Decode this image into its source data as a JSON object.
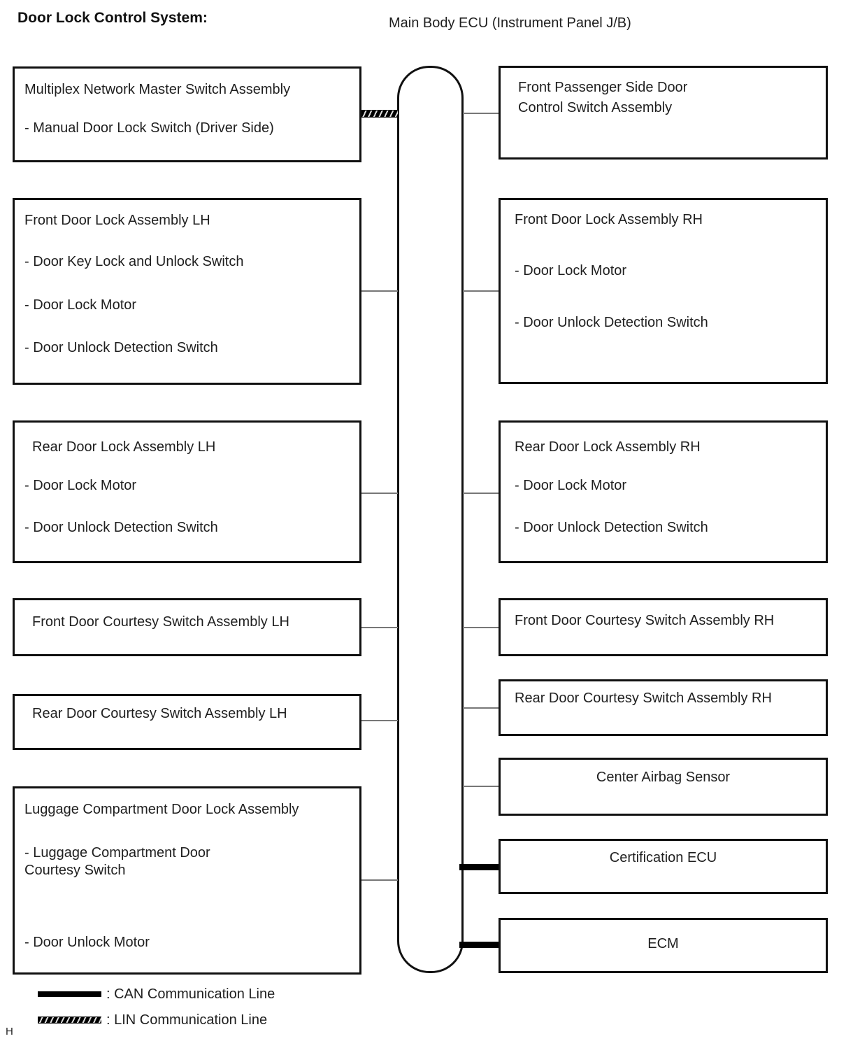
{
  "page": {
    "title": "Door Lock Control System:",
    "ecu_label": "Main Body ECU (Instrument Panel J/B)",
    "footer_mark": "H"
  },
  "left_boxes": [
    {
      "title": "Multiplex Network Master Switch Assembly",
      "items": [
        "- Manual Door Lock Switch (Driver Side)"
      ]
    },
    {
      "title": "Front Door Lock Assembly LH",
      "items": [
        "- Door Key Lock and Unlock Switch",
        "- Door Lock Motor",
        "- Door Unlock Detection Switch"
      ]
    },
    {
      "title": "Rear Door Lock Assembly LH",
      "items": [
        "- Door Lock Motor",
        "- Door Unlock Detection Switch"
      ]
    },
    {
      "title": "Front Door Courtesy Switch Assembly LH",
      "items": []
    },
    {
      "title": "Rear Door Courtesy Switch Assembly LH",
      "items": []
    },
    {
      "title": "Luggage Compartment Door Lock Assembly",
      "items": [
        "- Luggage Compartment Door\nCourtesy Switch",
        "- Door Unlock Motor"
      ]
    }
  ],
  "right_boxes": [
    {
      "title": "Front Passenger Side Door\nControl Switch Assembly",
      "items": []
    },
    {
      "title": "Front Door Lock Assembly RH",
      "items": [
        "- Door Lock Motor",
        "- Door Unlock Detection Switch"
      ]
    },
    {
      "title": "Rear Door Lock Assembly RH",
      "items": [
        "- Door Lock Motor",
        "- Door Unlock Detection Switch"
      ]
    },
    {
      "title": "Front Door Courtesy Switch Assembly RH",
      "items": []
    },
    {
      "title": "Rear Door Courtesy Switch Assembly RH",
      "items": []
    },
    {
      "title": "Center Airbag Sensor",
      "items": []
    },
    {
      "title": "Certification ECU",
      "items": []
    },
    {
      "title": "ECM",
      "items": []
    }
  ],
  "legend": {
    "can_label": ": CAN Communication Line",
    "lin_label": ": LIN Communication Line"
  },
  "colors": {
    "line_black": "#000000",
    "connector_gray": "#777777"
  }
}
